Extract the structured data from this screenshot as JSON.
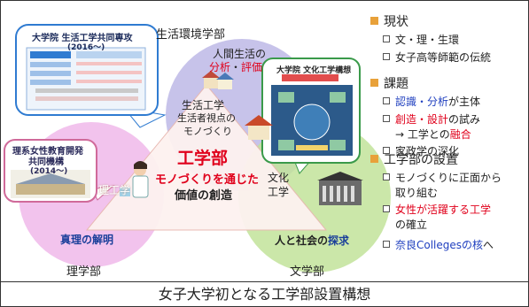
{
  "circles": {
    "seikatsu": {
      "label": "生活環境学部"
    },
    "rigaku": {
      "label": "理学部"
    },
    "bungaku": {
      "label": "文学部"
    }
  },
  "venn": {
    "seikatsu_body_1": "人間生活の",
    "seikatsu_body_2a": "分析",
    "seikatsu_body_2b": "・",
    "seikatsu_body_2c": "評価",
    "center_1": "生活工学",
    "center_2": "生活者視点の",
    "center_3": "モノづくり",
    "kougakubu": "工学部",
    "monozukuri_1": "モノづくりを通じた",
    "monozukuri_2": "価値の創造",
    "rikougaku": "理工学",
    "bunka_1": "文化",
    "bunka_2": "工学",
    "shinri": "真理の解明",
    "hito_1": "人と社会の",
    "hito_2": "探求"
  },
  "callouts": {
    "left_top": {
      "title_1": "大学院 生活工学共同専攻",
      "title_2": "(2016～)"
    },
    "left_bottom": {
      "title_1": "理系女性教育開発",
      "title_2": "共同機構",
      "title_3": "(2014～)"
    },
    "right": {
      "title": "大学院 文化工学構想"
    }
  },
  "bullets": {
    "sections": [
      {
        "heading": "現状",
        "items": [
          {
            "parts": [
              {
                "t": "文・理・生環",
                "c": ""
              }
            ]
          },
          {
            "parts": [
              {
                "t": "女子高等師範の伝統",
                "c": ""
              }
            ]
          }
        ]
      },
      {
        "heading": "課題",
        "items": [
          {
            "parts": [
              {
                "t": "認識・分析",
                "c": "blue"
              },
              {
                "t": "が主体",
                "c": ""
              }
            ]
          },
          {
            "parts": [
              {
                "t": "創造・設計",
                "c": "red"
              },
              {
                "t": "の試み",
                "c": ""
              }
            ],
            "cont": [
              {
                "t": "→ 工学との",
                "c": ""
              },
              {
                "t": "融合",
                "c": "red"
              }
            ]
          },
          {
            "parts": [
              {
                "t": "家政学の深化",
                "c": ""
              }
            ]
          }
        ]
      },
      {
        "heading": "工学部の設置",
        "items": [
          {
            "parts": [
              {
                "t": "モノづくりに正面から",
                "c": ""
              }
            ],
            "cont": [
              {
                "t": "取り組む",
                "c": ""
              }
            ]
          },
          {
            "parts": [
              {
                "t": "女性が活躍する工学",
                "c": "red"
              }
            ],
            "cont": [
              {
                "t": "の確立",
                "c": ""
              }
            ]
          },
          {
            "parts": [
              {
                "t": "奈良Collegesの核",
                "c": "blue"
              },
              {
                "t": "へ",
                "c": ""
              }
            ]
          }
        ]
      }
    ]
  },
  "caption": "女子大学初となる工学部設置構想",
  "colors": {
    "seikatsu_fill": "#bdb8e6",
    "rigaku_fill": "#f0b9ea",
    "bungaku_fill": "#c2e39a",
    "triangle_fill": "#fdf2f0",
    "accent_red": "#e0001b",
    "accent_blue": "#1f3fbf",
    "bullet_orange": "#e8a13a"
  }
}
